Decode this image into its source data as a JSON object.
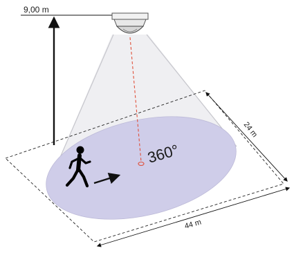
{
  "diagram": {
    "height_label": "9,00 m",
    "angle_label": "360°",
    "length_label": "44 m",
    "width_label": "24 m",
    "colors": {
      "detection_area": "#cfcde9",
      "cone": "#efeff2",
      "cone_edge": "#c6c6cc",
      "beam": "#e0503a",
      "line": "#111111"
    },
    "icons": [
      "ceiling-sensor-icon",
      "walking-person-icon",
      "direction-arrow-icon"
    ]
  }
}
